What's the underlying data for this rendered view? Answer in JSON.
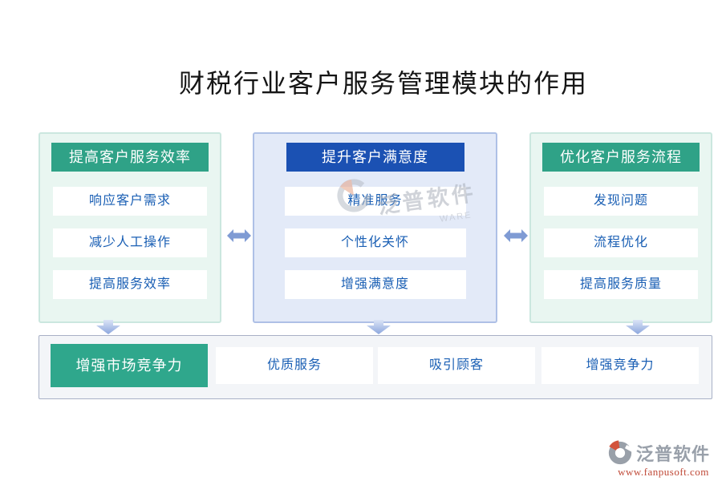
{
  "title": "财税行业客户服务管理模块的作用",
  "columns": [
    {
      "header": "提高客户服务效率",
      "items": [
        "响应客户需求",
        "减少人工操作",
        "提高服务效率"
      ]
    },
    {
      "header": "提升客户满意度",
      "items": [
        "精准服务",
        "个性化关怀",
        "增强满意度"
      ]
    },
    {
      "header": "优化客户服务流程",
      "items": [
        "发现问题",
        "流程优化",
        "提高服务质量"
      ]
    }
  ],
  "bottom": {
    "primary": "增强市场竞争力",
    "items": [
      "优质服务",
      "吸引顾客",
      "增强竞争力"
    ]
  },
  "watermark": {
    "text": "泛普软件",
    "sub": "WARE"
  },
  "brand": {
    "name": "泛普软件",
    "url": "www.fanpusoft.com"
  },
  "colors": {
    "header_green": "#2fa287",
    "header_blue": "#1b51b3",
    "green_panel_bg": "#e9f6f1",
    "blue_panel_bg": "#e3eaf8",
    "bottom_panel_bg": "#f3f5f8",
    "item_text_blue": "#1a5fb4",
    "arrow_blue": "#7f9bd4",
    "brand_url_red": "#c04a38"
  }
}
